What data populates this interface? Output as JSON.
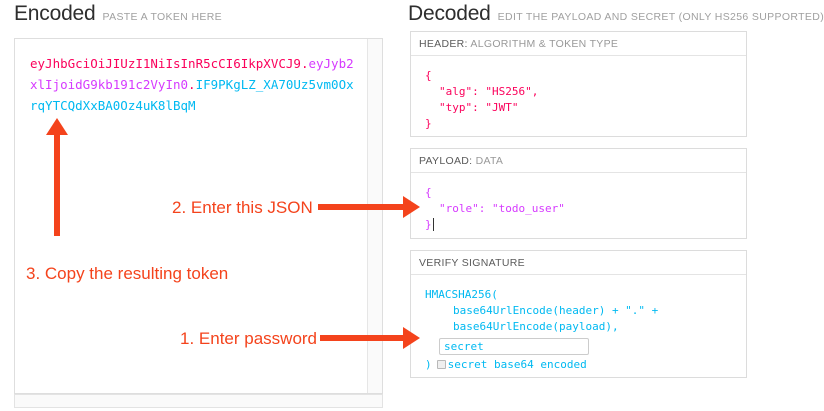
{
  "columns": {
    "encoded": {
      "title": "Encoded",
      "subtitle": "PASTE A TOKEN HERE"
    },
    "decoded": {
      "title": "Decoded",
      "subtitle": "EDIT THE PAYLOAD AND SECRET (ONLY HS256 SUPPORTED)"
    }
  },
  "token": {
    "header_part": "eyJhbGciOiJIUzI1NiIsInR5cCI6IkpXVCJ9",
    "dot1": ".",
    "payload_part": "eyJyb2xlIjoidG9kb191c2VyIn0",
    "dot2": ".",
    "signature_part": "IF9PKgLZ_XA70Uz5vm0OxrqYTCQdXxBA0Oz4uK8lBqM",
    "full": "eyJhbGciOiJIUzI1NiIsInR5cCI6IkpXVCJ9.eyJyb2xlIjoidG9kb191c2VyIn0.IF9PKgLZ_XA70Uz5vm0OxrqYTCQdXxBA0Oz4uK8lBqM"
  },
  "decoded": {
    "header": {
      "label_strong": "HEADER:",
      "label_rest": " ALGORITHM & TOKEN TYPE",
      "brace_open": "{",
      "alg_key": "\"alg\"",
      "colon": ": ",
      "alg_value": "\"HS256\",",
      "typ_key": "\"typ\"",
      "typ_value": "\"JWT\"",
      "brace_close": "}"
    },
    "payload": {
      "label_strong": "PAYLOAD:",
      "label_rest": " DATA",
      "brace_open": "{",
      "role_key": "\"role\"",
      "colon": ": ",
      "role_value": "\"todo_user\"",
      "brace_close": "}"
    },
    "signature": {
      "label_strong": "VERIFY SIGNATURE",
      "label_rest": "",
      "line1": "HMACSHA256(",
      "line2": "base64UrlEncode(header) + \".\" +",
      "line3": "base64UrlEncode(payload),",
      "secret_value": "secret",
      "secret_placeholder": "secret",
      "paren_close": ")",
      "checkbox_label": "secret base64 encoded",
      "checkbox_checked": false
    }
  },
  "annotations": [
    {
      "id": "step-1",
      "text": "1. Enter password"
    },
    {
      "id": "step-2",
      "text": "2. Enter this JSON"
    },
    {
      "id": "step-3",
      "text": "3. Copy the resulting token"
    }
  ],
  "colors": {
    "header_pink": "#fb015b",
    "payload_purple": "#d63aff",
    "signature_blue": "#00b9f1",
    "annotation_red": "#f4431c",
    "panel_border": "#dcdcdc",
    "label_grey": "#999999"
  }
}
